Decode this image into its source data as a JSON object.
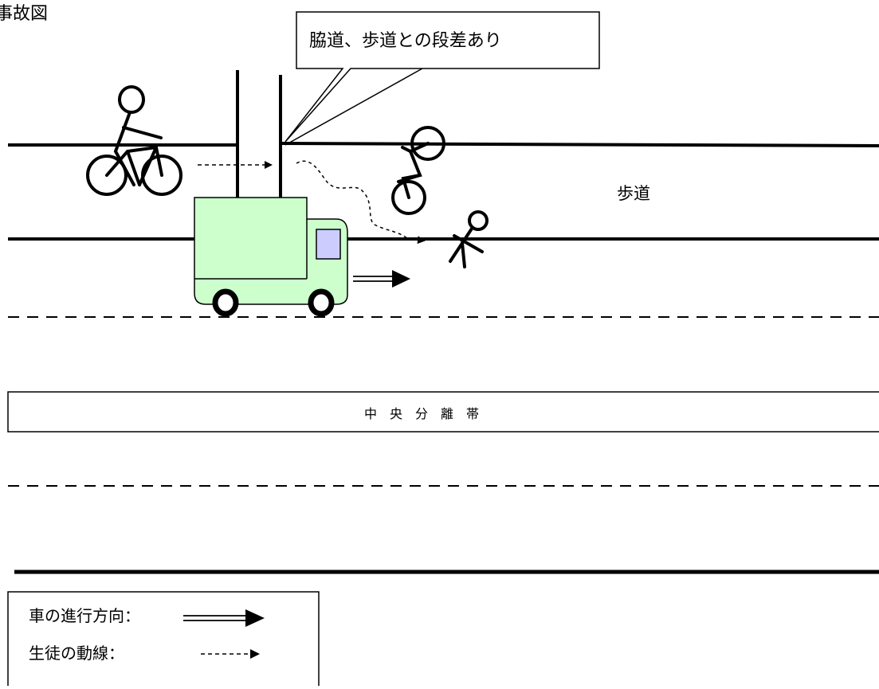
{
  "title": "事故図",
  "callout": "脇道、歩道との段差あり",
  "sidewalk_label": "歩道",
  "median_label": "中　央　分　離　帯",
  "legend": {
    "vehicle_direction": "車の進行方向：",
    "student_path": "生徒の動線："
  },
  "icons": {
    "bicycle": "bicycle-rider-icon",
    "fallen_bicycle": "fallen-bicycle-icon",
    "fallen_student": "fallen-student-icon",
    "truck": "truck-icon"
  },
  "colors": {
    "ink": "#000000",
    "truck_body": "#ccffcc",
    "truck_window": "#ccccff"
  }
}
